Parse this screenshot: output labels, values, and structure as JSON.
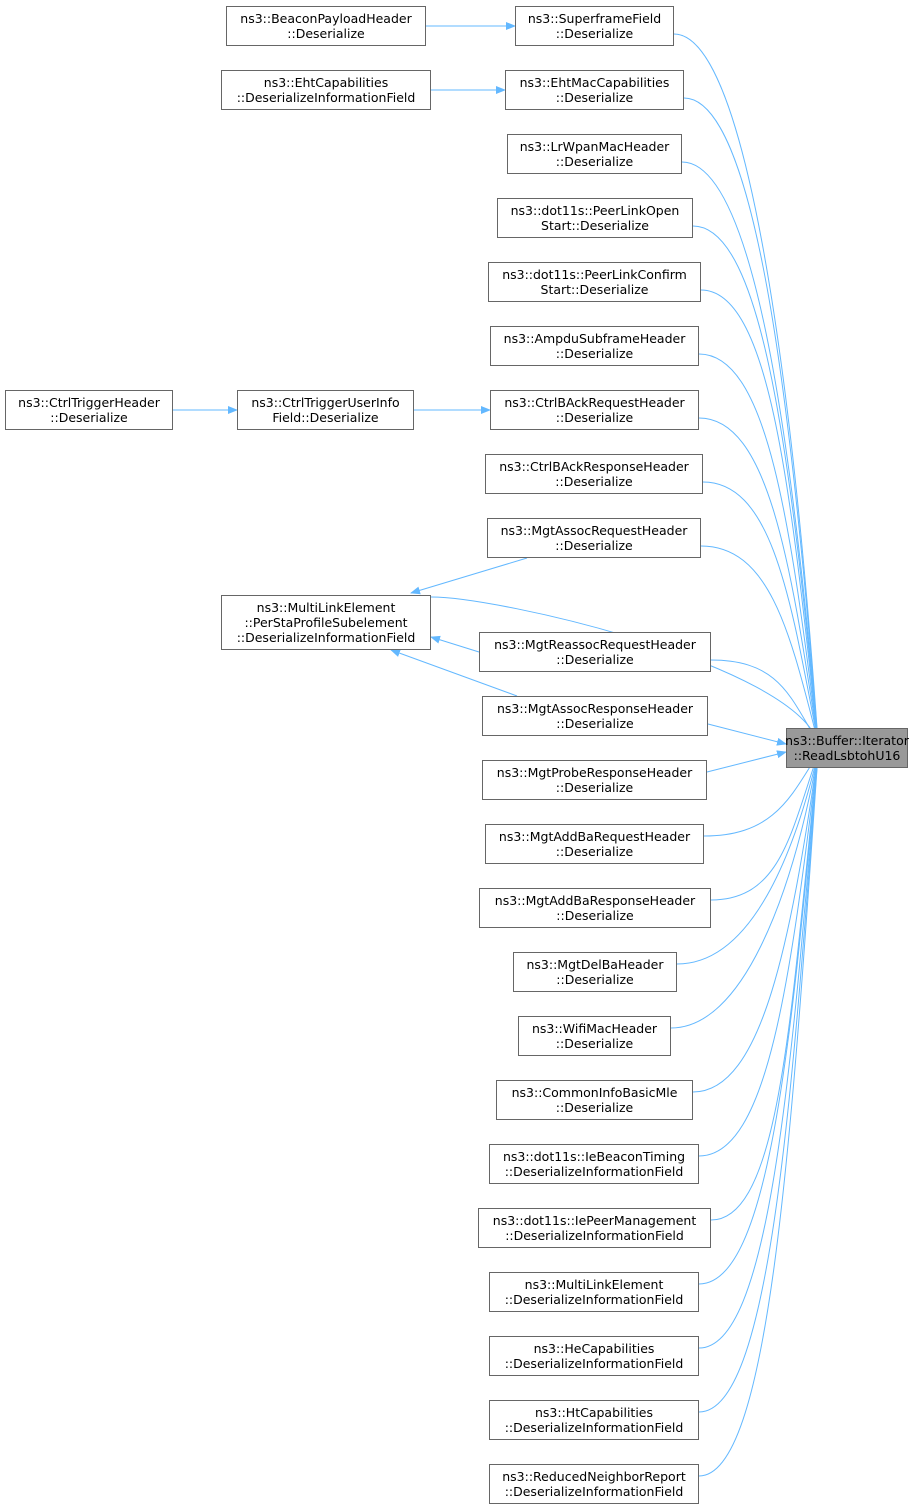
{
  "diagram": {
    "edge_color": "#63b8ff",
    "target_fill": "#999999",
    "node_border": "#666666",
    "target": {
      "id": "target",
      "lines": [
        "ns3::Buffer::Iterator",
        "::ReadLsbtohU16"
      ]
    },
    "callers": [
      {
        "id": "superframe",
        "lines": [
          "ns3::SuperframeField",
          "::Deserialize"
        ]
      },
      {
        "id": "eht_mac",
        "lines": [
          "ns3::EhtMacCapabilities",
          "::Deserialize"
        ]
      },
      {
        "id": "lrwpan",
        "lines": [
          "ns3::LrWpanMacHeader",
          "::Deserialize"
        ]
      },
      {
        "id": "plo",
        "lines": [
          "ns3::dot11s::PeerLinkOpen",
          "Start::Deserialize"
        ]
      },
      {
        "id": "plc",
        "lines": [
          "ns3::dot11s::PeerLinkConfirm",
          "Start::Deserialize"
        ]
      },
      {
        "id": "ampdu",
        "lines": [
          "ns3::AmpduSubframeHeader",
          "::Deserialize"
        ]
      },
      {
        "id": "back_req",
        "lines": [
          "ns3::CtrlBAckRequestHeader",
          "::Deserialize"
        ]
      },
      {
        "id": "back_resp",
        "lines": [
          "ns3::CtrlBAckResponseHeader",
          "::Deserialize"
        ]
      },
      {
        "id": "assoc_req",
        "lines": [
          "ns3::MgtAssocRequestHeader",
          "::Deserialize"
        ]
      },
      {
        "id": "mle_persta",
        "lines": [
          "ns3::MultiLinkElement",
          "::PerStaProfileSubelement",
          "::DeserializeInformationField"
        ]
      },
      {
        "id": "reassoc_req",
        "lines": [
          "ns3::MgtReassocRequestHeader",
          "::Deserialize"
        ]
      },
      {
        "id": "assoc_resp",
        "lines": [
          "ns3::MgtAssocResponseHeader",
          "::Deserialize"
        ]
      },
      {
        "id": "probe_resp",
        "lines": [
          "ns3::MgtProbeResponseHeader",
          "::Deserialize"
        ]
      },
      {
        "id": "addba_req",
        "lines": [
          "ns3::MgtAddBaRequestHeader",
          "::Deserialize"
        ]
      },
      {
        "id": "addba_resp",
        "lines": [
          "ns3::MgtAddBaResponseHeader",
          "::Deserialize"
        ]
      },
      {
        "id": "delba",
        "lines": [
          "ns3::MgtDelBaHeader",
          "::Deserialize"
        ]
      },
      {
        "id": "wifimac",
        "lines": [
          "ns3::WifiMacHeader",
          "::Deserialize"
        ]
      },
      {
        "id": "commoninfo",
        "lines": [
          "ns3::CommonInfoBasicMle",
          "::Deserialize"
        ]
      },
      {
        "id": "beacontiming",
        "lines": [
          "ns3::dot11s::IeBeaconTiming",
          "::DeserializeInformationField"
        ]
      },
      {
        "id": "peermgmt",
        "lines": [
          "ns3::dot11s::IePeerManagement",
          "::DeserializeInformationField"
        ]
      },
      {
        "id": "mle",
        "lines": [
          "ns3::MultiLinkElement",
          "::DeserializeInformationField"
        ]
      },
      {
        "id": "hecap",
        "lines": [
          "ns3::HeCapabilities",
          "::DeserializeInformationField"
        ]
      },
      {
        "id": "htcap",
        "lines": [
          "ns3::HtCapabilities",
          "::DeserializeInformationField"
        ]
      },
      {
        "id": "rnr",
        "lines": [
          "ns3::ReducedNeighborReport",
          "::DeserializeInformationField"
        ]
      }
    ],
    "upstream": [
      {
        "id": "beaconpayload",
        "lines": [
          "ns3::BeaconPayloadHeader",
          "::Deserialize"
        ],
        "calls": "superframe"
      },
      {
        "id": "ehtcap",
        "lines": [
          "ns3::EhtCapabilities",
          "::DeserializeInformationField"
        ],
        "calls": "eht_mac"
      },
      {
        "id": "trig_user",
        "lines": [
          "ns3::CtrlTriggerUserInfo",
          "Field::Deserialize"
        ],
        "calls": "back_req"
      },
      {
        "id": "trig_hdr",
        "lines": [
          "ns3::CtrlTriggerHeader",
          "::Deserialize"
        ],
        "calls": "trig_user"
      }
    ],
    "extra_edges": [
      {
        "from": "assoc_req",
        "to": "mle_persta"
      },
      {
        "from": "reassoc_req",
        "to": "mle_persta"
      },
      {
        "from": "assoc_resp",
        "to": "mle_persta"
      }
    ]
  }
}
